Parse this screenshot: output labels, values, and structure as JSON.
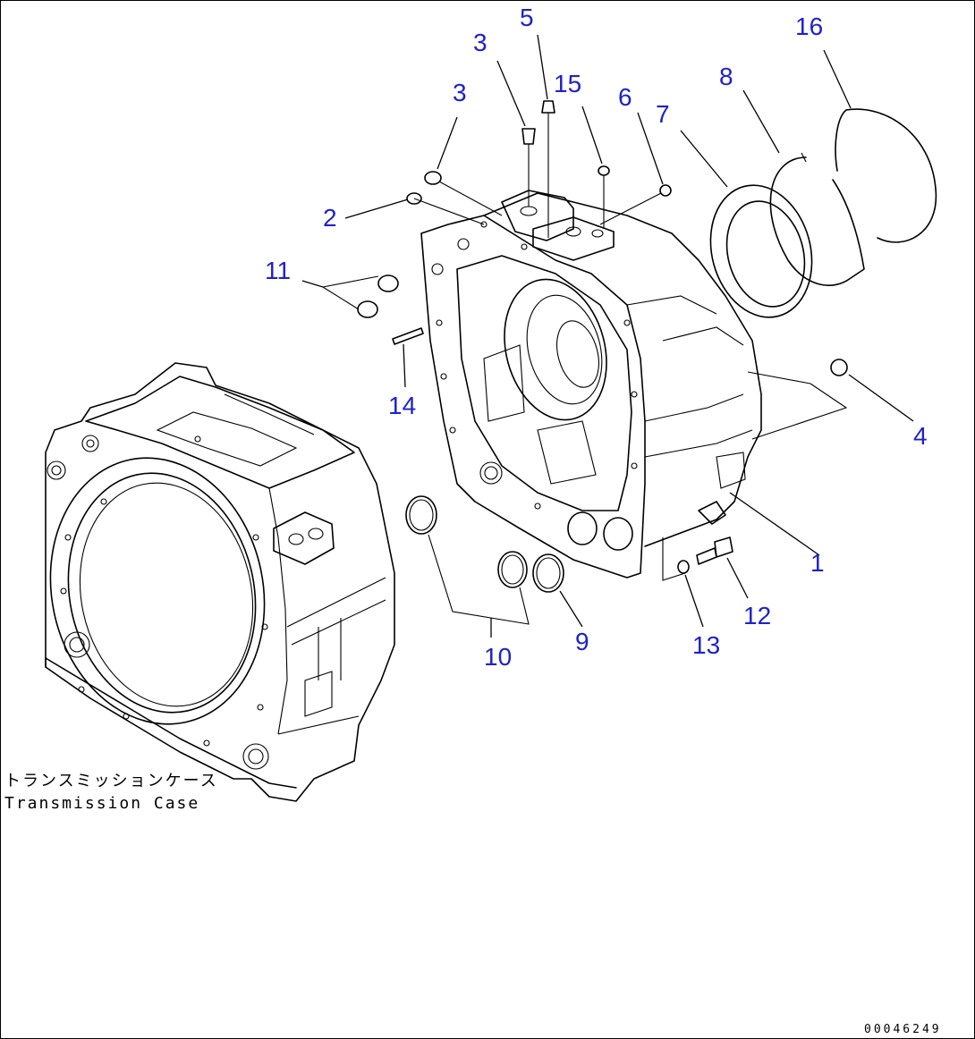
{
  "callouts": [
    {
      "id": "1",
      "label": "1"
    },
    {
      "id": "2",
      "label": "2"
    },
    {
      "id": "3a",
      "label": "3"
    },
    {
      "id": "3b",
      "label": "3"
    },
    {
      "id": "4",
      "label": "4"
    },
    {
      "id": "5",
      "label": "5"
    },
    {
      "id": "6",
      "label": "6"
    },
    {
      "id": "7",
      "label": "7"
    },
    {
      "id": "8",
      "label": "8"
    },
    {
      "id": "9",
      "label": "9"
    },
    {
      "id": "10",
      "label": "10"
    },
    {
      "id": "11",
      "label": "11"
    },
    {
      "id": "12",
      "label": "12"
    },
    {
      "id": "13",
      "label": "13"
    },
    {
      "id": "14",
      "label": "14"
    },
    {
      "id": "15",
      "label": "15"
    },
    {
      "id": "16",
      "label": "16"
    }
  ],
  "caption": {
    "japanese": "トランスミッションケース",
    "english": "Transmission Case"
  },
  "document_number": "00046249",
  "colors": {
    "callout": "#1e22c8",
    "line": "#000000",
    "background": "#ffffff"
  }
}
